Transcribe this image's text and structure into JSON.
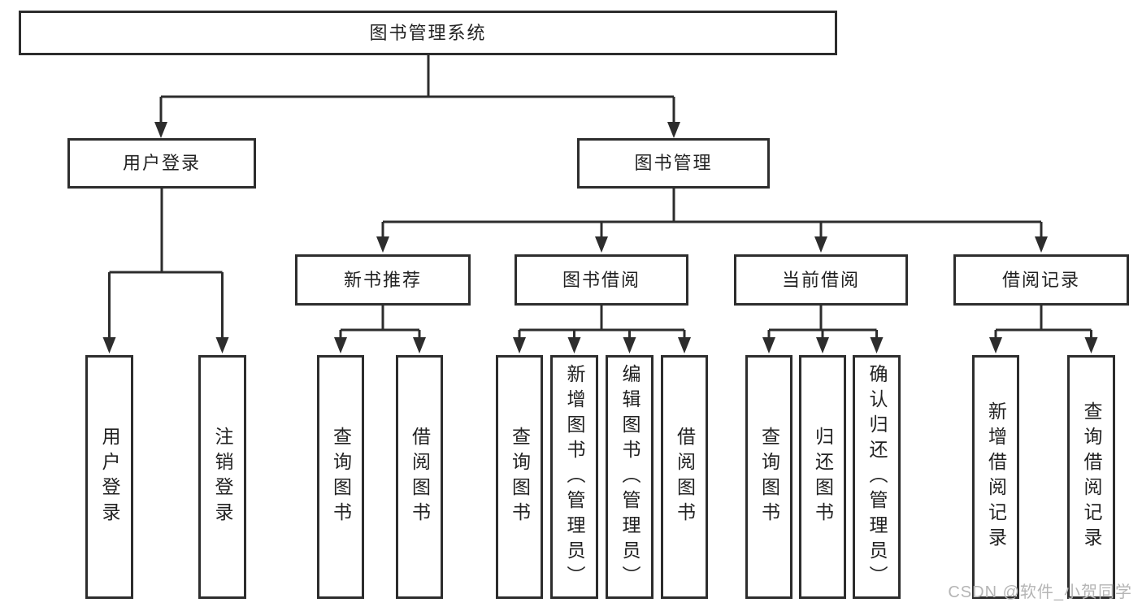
{
  "diagram": {
    "title": "图书管理系统",
    "type": "functional-structure-tree",
    "tree": {
      "label": "图书管理系统",
      "children": [
        {
          "label": "用户登录",
          "children": [
            {
              "label": "用户登录"
            },
            {
              "label": "注销登录"
            }
          ]
        },
        {
          "label": "图书管理",
          "children": [
            {
              "label": "新书推荐",
              "children": [
                {
                  "label": "查询图书"
                },
                {
                  "label": "借阅图书"
                }
              ]
            },
            {
              "label": "图书借阅",
              "children": [
                {
                  "label": "查询图书"
                },
                {
                  "label": "新增图书（管理员）"
                },
                {
                  "label": "编辑图书（管理员）"
                },
                {
                  "label": "借阅图书"
                }
              ]
            },
            {
              "label": "当前借阅",
              "children": [
                {
                  "label": "查询图书"
                },
                {
                  "label": "归还图书"
                },
                {
                  "label": "确认归还（管理员）"
                }
              ]
            },
            {
              "label": "借阅记录",
              "children": [
                {
                  "label": "新增借阅记录"
                },
                {
                  "label": "查询借阅记录"
                }
              ]
            }
          ]
        }
      ]
    }
  },
  "watermark": "CSDN @软件_小贺同学",
  "colors": {
    "line": "#2d2d2d",
    "box_border": "#2d2d2d",
    "text": "#222222",
    "watermark": "#b5b5b5",
    "background": "#ffffff"
  }
}
